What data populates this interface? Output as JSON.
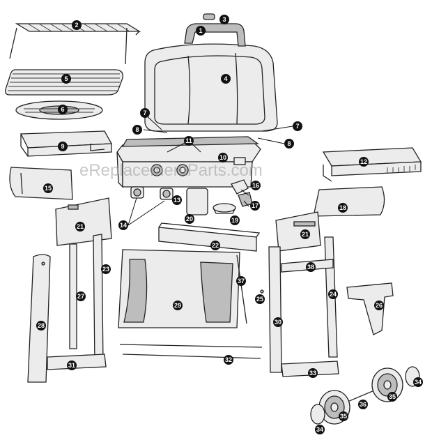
{
  "watermark": "eReplacementParts.com",
  "callouts": [
    "1",
    "2",
    "3",
    "4",
    "5",
    "6",
    "7",
    "7",
    "8",
    "8",
    "9",
    "10",
    "11",
    "12",
    "13",
    "14",
    "15",
    "16",
    "17",
    "18",
    "19",
    "20",
    "21",
    "21",
    "22",
    "23",
    "24",
    "25",
    "26",
    "27",
    "28",
    "29",
    "30",
    "31",
    "32",
    "33",
    "34",
    "34",
    "35",
    "35",
    "36",
    "37",
    "38"
  ]
}
